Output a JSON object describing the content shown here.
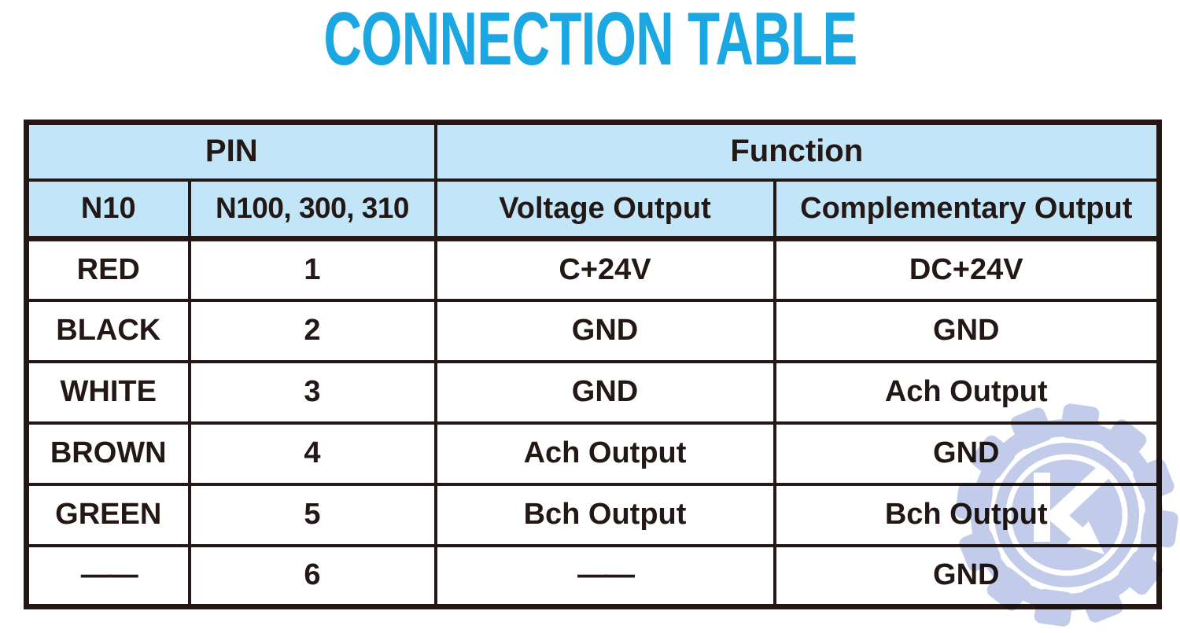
{
  "page": {
    "title": "CONNECTION TABLE"
  },
  "colors": {
    "accent_title": "#1BA7E2",
    "accent_text": "#29A9E1",
    "header_bg": "#C2E6F8",
    "grid_line": "#231815",
    "watermark_blue": "#C2CCEA"
  },
  "table": {
    "group_headers": [
      {
        "label": "PIN",
        "span": 2
      },
      {
        "label": "Function",
        "span": 2
      }
    ],
    "sub_headers": [
      "N10",
      "N100, 300, 310",
      "Voltage Output",
      "Complementary Output"
    ],
    "rows": [
      [
        "RED",
        "1",
        "C+24V",
        "DC+24V"
      ],
      [
        "BLACK",
        "2",
        "GND",
        "GND"
      ],
      [
        "WHITE",
        "3",
        "GND",
        "Ach Output"
      ],
      [
        "BROWN",
        "4",
        "Ach Output",
        "GND"
      ],
      [
        "GREEN",
        "5",
        "Bch Output",
        "Bch Output"
      ],
      [
        "——",
        "6",
        "——",
        "GND"
      ]
    ]
  },
  "watermark": {
    "description": "gear-k-logo"
  }
}
